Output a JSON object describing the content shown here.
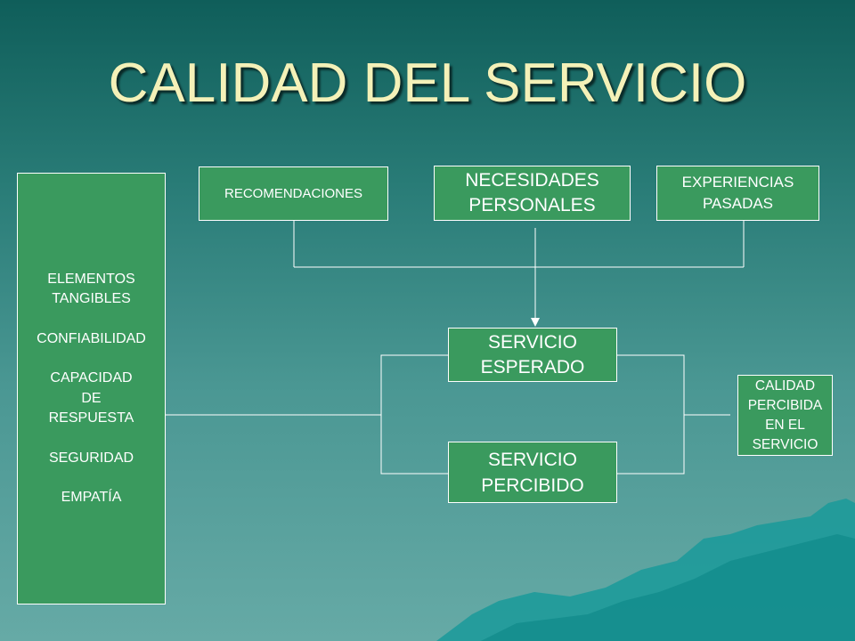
{
  "slide": {
    "title": "CALIDAD DEL SERVICIO"
  },
  "boxes": {
    "recomendaciones": "RECOMENDACIONES",
    "necesidades": [
      "NECESIDADES",
      "PERSONALES"
    ],
    "experiencias": [
      "EXPERIENCIAS",
      "PASADAS"
    ],
    "servicio_esperado": [
      "SERVICIO",
      "ESPERADO"
    ],
    "servicio_percibido": [
      "SERVICIO",
      "PERCIBIDO"
    ],
    "calidad_percibida": [
      "CALIDAD",
      "PERCIBIDA",
      "EN EL",
      "SERVICIO"
    ]
  },
  "elementos": [
    "ELEMENTOS",
    "TANGIBLES",
    "",
    "CONFIABILIDAD",
    "",
    "CAPACIDAD",
    "DE",
    "RESPUESTA",
    "",
    "SEGURIDAD",
    "",
    "EMPATÍA"
  ],
  "colors": {
    "box_fill": "#3a9a5e",
    "title_text": "#f4f1b8",
    "line": "#ffffff"
  }
}
